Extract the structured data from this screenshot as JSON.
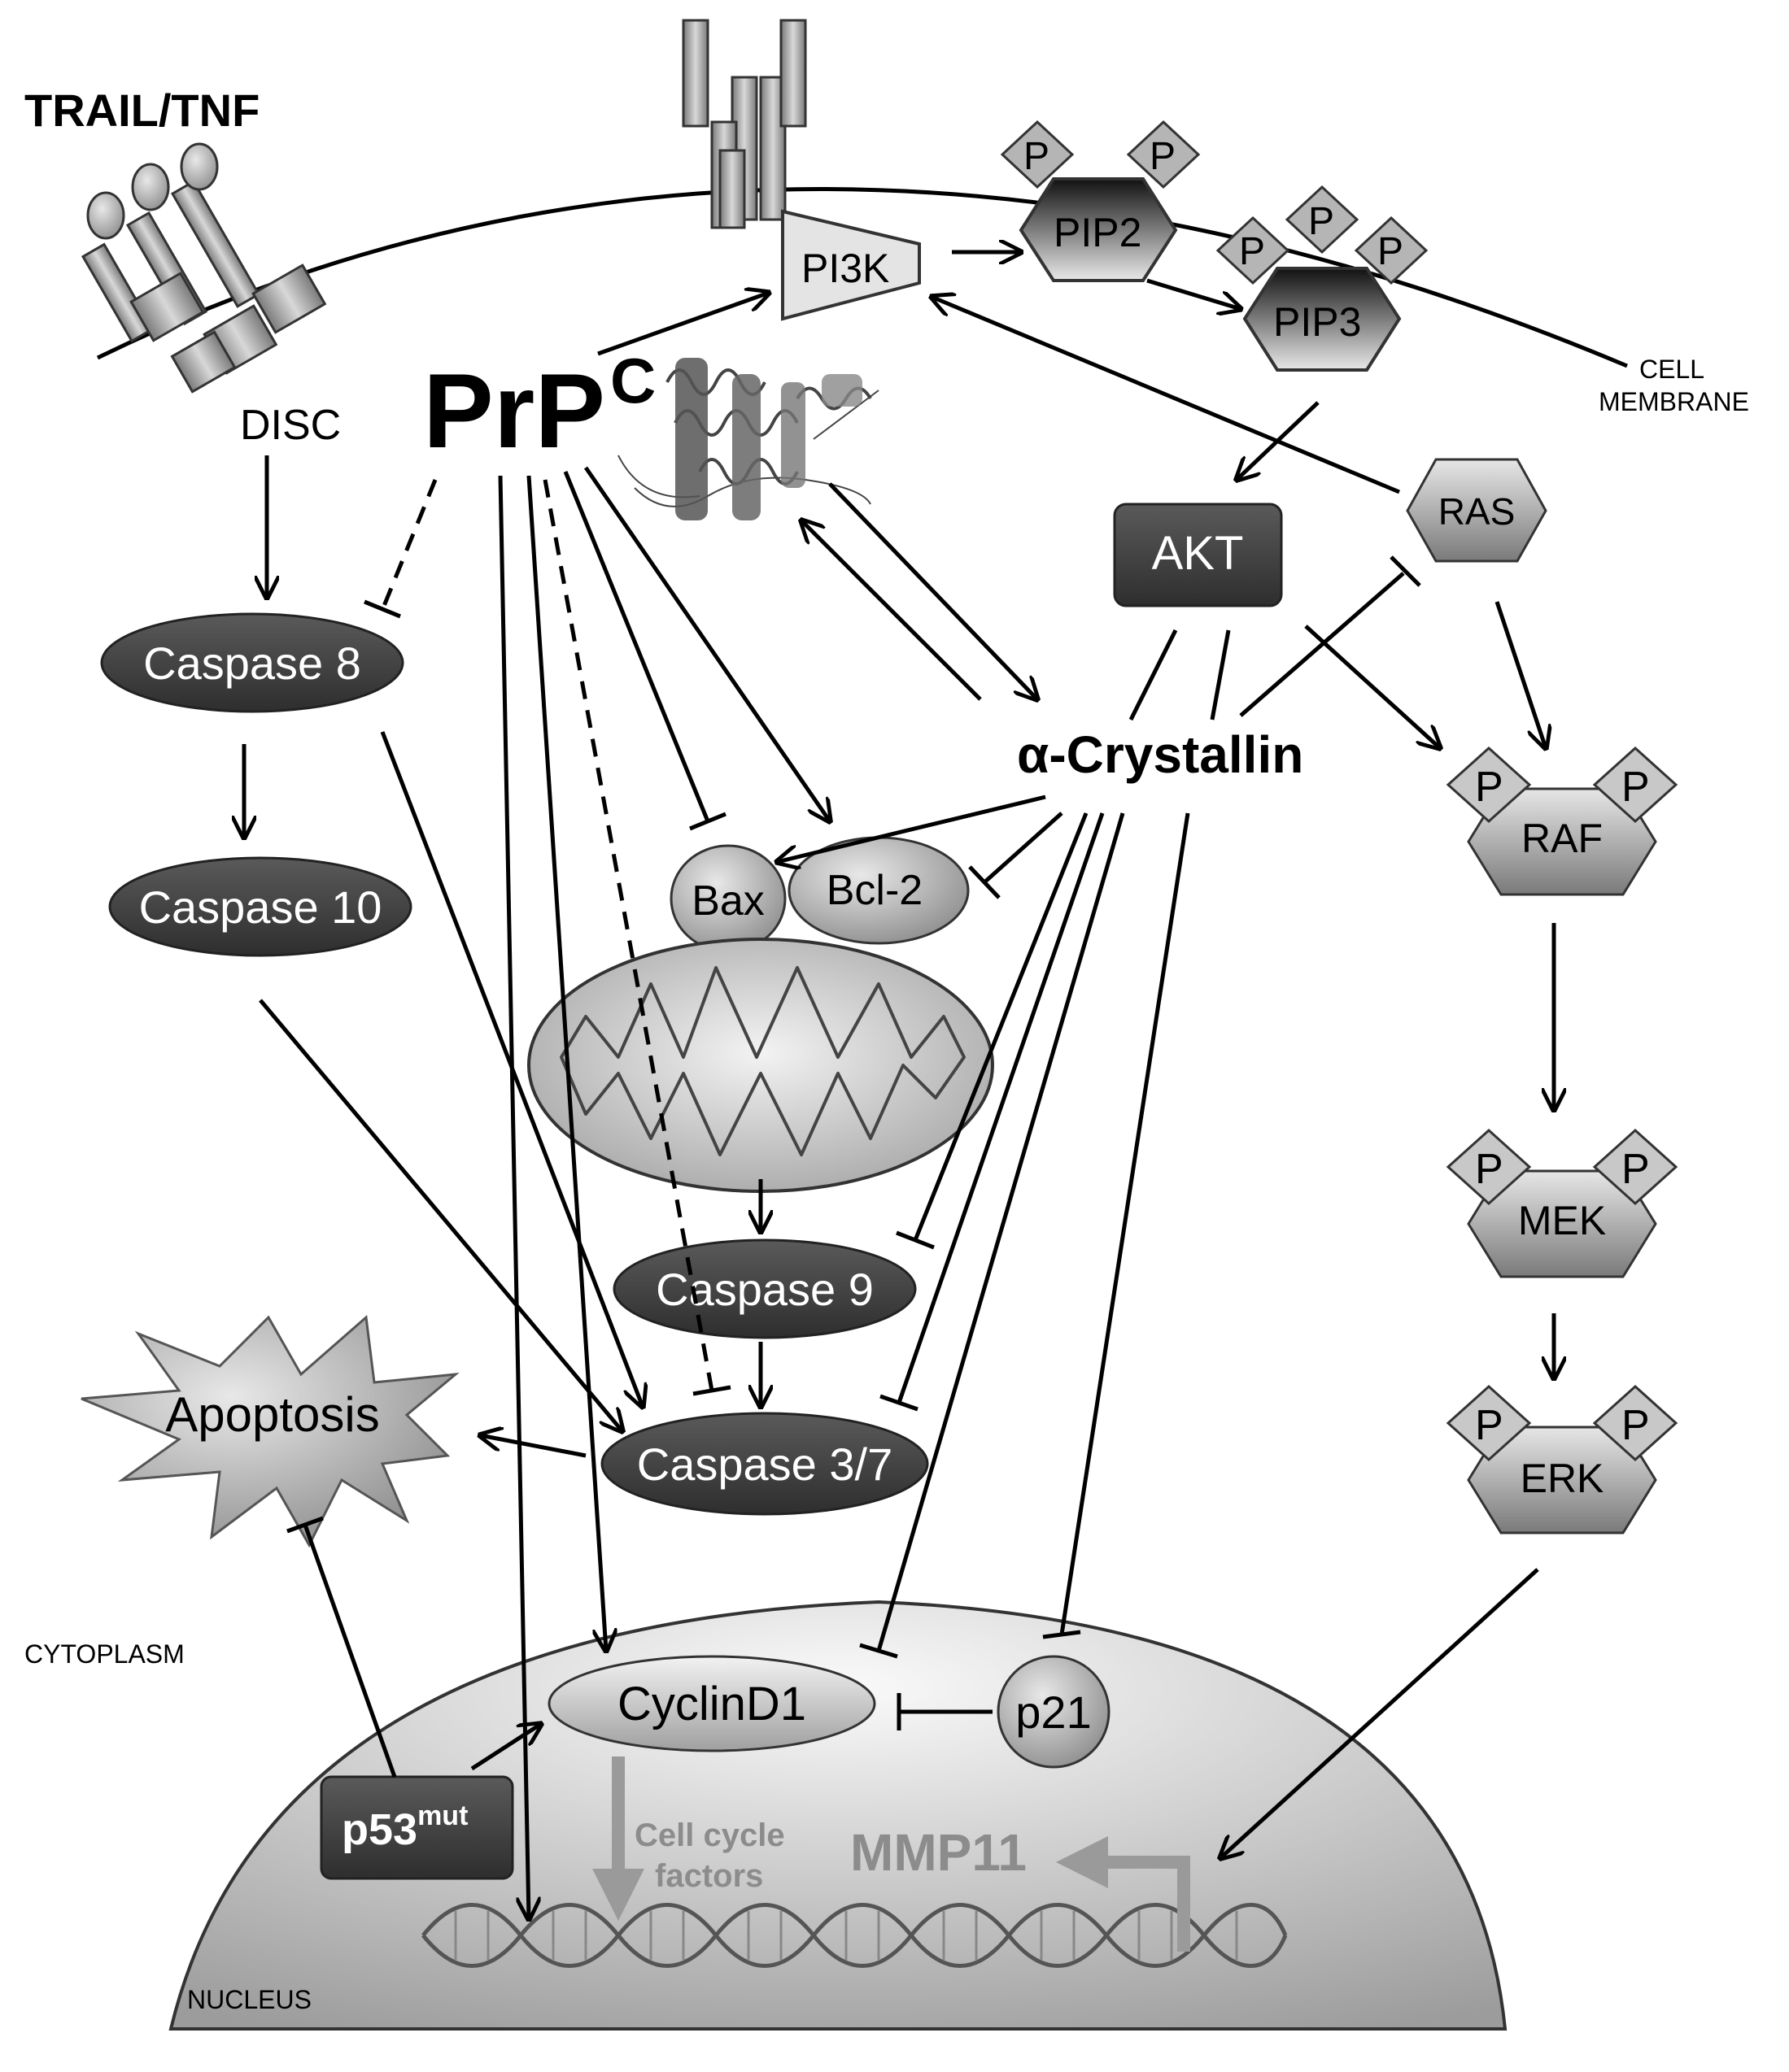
{
  "labels": {
    "trail_tnf": "TRAIL/TNF",
    "disc": "DISC",
    "prpc_main": "PrP",
    "prpc_sup": "C",
    "pi3k": "PI3K",
    "pip2": "PIP2",
    "pip3": "PIP3",
    "phospho": "P",
    "cell_membrane_1": "CELL",
    "cell_membrane_2": "MEMBRANE",
    "akt": "AKT",
    "ras": "RAS",
    "raf": "RAF",
    "mek": "MEK",
    "erk": "ERK",
    "alpha_crystallin": "α-Crystallin",
    "caspase8": "Caspase 8",
    "caspase10": "Caspase 10",
    "caspase9": "Caspase 9",
    "caspase37": "Caspase 3/7",
    "bax": "Bax",
    "bcl2": "Bcl-2",
    "apoptosis": "Apoptosis",
    "cytoplasm": "CYTOPLASM",
    "cyclind1": "CyclinD1",
    "p21": "p21",
    "p53_main": "p53",
    "p53_sup": "mut",
    "cell_cycle_1": "Cell cycle",
    "cell_cycle_2": "factors",
    "mmp11": "MMP11",
    "nucleus": "NUCLEUS"
  },
  "colors": {
    "dark_node": "#3e3e3e",
    "mid_gray": "#9a9a9a",
    "light_gray": "#d9d9d9",
    "gray_text": "#8c8c8c",
    "line": "#000000"
  }
}
